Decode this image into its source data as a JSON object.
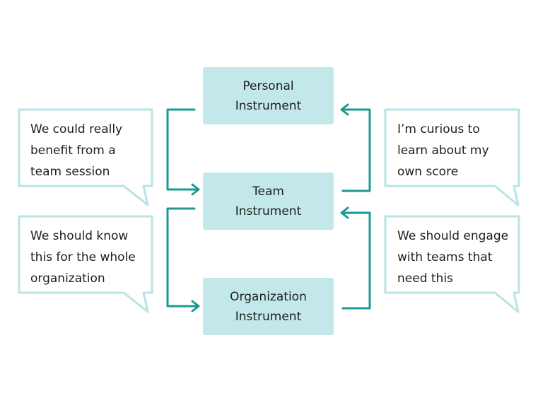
{
  "colors": {
    "node_fill": "#c3e8e9",
    "bubble_stroke": "#b9e3e5",
    "arrow": "#1d9893",
    "text": "#1e1e1e"
  },
  "nodes": {
    "personal": {
      "line1": "Personal",
      "line2": "Instrument"
    },
    "team": {
      "line1": "Team",
      "line2": "Instrument"
    },
    "organization": {
      "line1": "Organization",
      "line2": "Instrument"
    }
  },
  "bubbles": {
    "top_left": {
      "lines": [
        "We could really",
        "benefit from a",
        "team session"
      ]
    },
    "top_right": {
      "lines": [
        "I’m curious to",
        "learn about my",
        "own score"
      ]
    },
    "bottom_left": {
      "lines": [
        "We should know",
        "this for the whole",
        "organization"
      ]
    },
    "bottom_right": {
      "lines": [
        "We should engage",
        "with teams that",
        "need this"
      ]
    }
  }
}
